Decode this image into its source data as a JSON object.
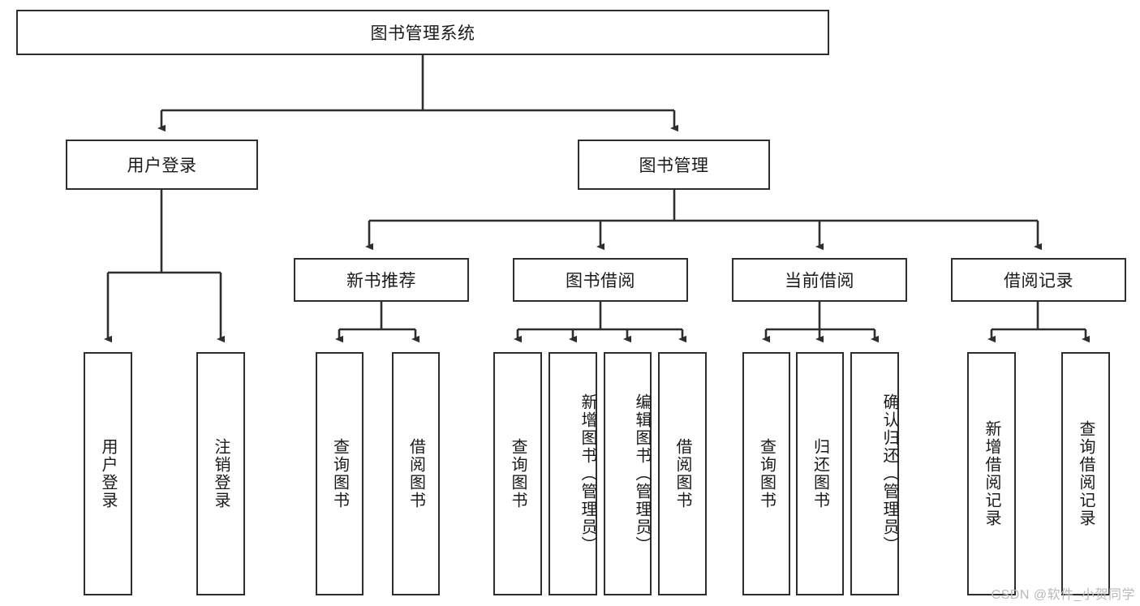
{
  "diagram": {
    "type": "tree-hierarchy",
    "title": "图书管理系统",
    "root": {
      "id": "root",
      "label": "图书管理系统",
      "level": 0
    },
    "level1": [
      {
        "id": "user-login",
        "label": "用户登录"
      },
      {
        "id": "book-management",
        "label": "图书管理"
      }
    ],
    "level2": [
      {
        "id": "new-book-recommend",
        "label": "新书推荐",
        "parent": "book-management"
      },
      {
        "id": "book-borrow",
        "label": "图书借阅",
        "parent": "book-management"
      },
      {
        "id": "current-borrow",
        "label": "当前借阅",
        "parent": "book-management"
      },
      {
        "id": "borrow-record",
        "label": "借阅记录",
        "parent": "book-management"
      }
    ],
    "leaves": [
      {
        "id": "leaf-user-login",
        "label": "用户登录",
        "parent": "user-login"
      },
      {
        "id": "leaf-user-logout",
        "label": "注销登录",
        "parent": "user-login"
      },
      {
        "id": "leaf-query-book-1",
        "label": "查询图书",
        "parent": "new-book-recommend"
      },
      {
        "id": "leaf-borrow-book-1",
        "label": "借阅图书",
        "parent": "new-book-recommend"
      },
      {
        "id": "leaf-query-book-2",
        "label": "查询图书",
        "parent": "book-borrow"
      },
      {
        "id": "leaf-add-book",
        "label": "新增图书（管理员）",
        "parent": "book-borrow"
      },
      {
        "id": "leaf-edit-book",
        "label": "编辑图书（管理员）",
        "parent": "book-borrow"
      },
      {
        "id": "leaf-borrow-book-2",
        "label": "借阅图书",
        "parent": "book-borrow"
      },
      {
        "id": "leaf-query-book-3",
        "label": "查询图书",
        "parent": "current-borrow"
      },
      {
        "id": "leaf-return-book",
        "label": "归还图书",
        "parent": "current-borrow"
      },
      {
        "id": "leaf-confirm-return",
        "label": "确认归还（管理员）",
        "parent": "current-borrow"
      },
      {
        "id": "leaf-add-record",
        "label": "新增借阅记录",
        "parent": "borrow-record"
      },
      {
        "id": "leaf-query-record",
        "label": "查询借阅记录",
        "parent": "borrow-record"
      }
    ]
  },
  "watermark": {
    "text": "CSDN @软件_小贺同学"
  },
  "colors": {
    "stroke": "#2e2e2e",
    "background": "#ffffff",
    "text": "#1a1a1a",
    "watermark": "#b9b9b9"
  }
}
